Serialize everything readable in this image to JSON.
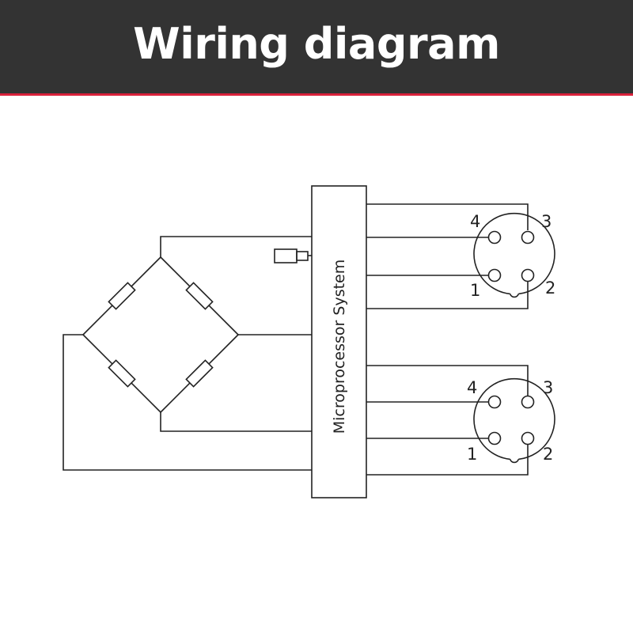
{
  "header": {
    "title": "Wiring diagram",
    "background_color": "#333333",
    "accent_color": "#d9213b"
  },
  "diagram": {
    "microprocessor_label": "Microprocessor System",
    "connector_1": {
      "pins": [
        "4",
        "3",
        "1",
        "2"
      ]
    },
    "connector_2": {
      "pins": [
        "4",
        "3",
        "1",
        "2"
      ]
    }
  }
}
